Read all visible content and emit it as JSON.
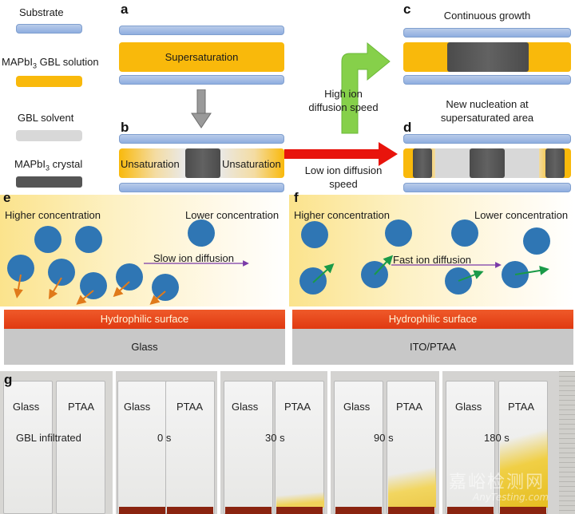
{
  "legend": {
    "substrate": "Substrate",
    "solution_main": "MAPbI",
    "solution_sub": "3",
    "solution_tail": " GBL solution",
    "solvent": "GBL solvent",
    "crystal_main": "MAPbI",
    "crystal_sub": "3",
    "crystal_tail": " crystal"
  },
  "panels": {
    "a": "a",
    "b": "b",
    "c": "c",
    "d": "d",
    "e": "e",
    "f": "f",
    "g": "g"
  },
  "a": {
    "label": "Supersaturation"
  },
  "b": {
    "left": "Unsaturation",
    "right": "Unsaturation"
  },
  "c": {
    "title": "Continuous growth"
  },
  "d": {
    "title_line1": "New nucleation at",
    "title_line2": "supersaturated area"
  },
  "arrows": {
    "high_line1": "High ion",
    "high_line2": "diffusion speed",
    "low_line1": "Low ion diffusion",
    "low_line2": "speed"
  },
  "e": {
    "higher": "Higher concentration",
    "lower": "Lower concentration",
    "diffusion": "Slow ion diffusion",
    "surface": "Hydrophilic surface",
    "base": "Glass"
  },
  "f": {
    "higher": "Higher concentration",
    "lower": "Lower concentration",
    "diffusion": "Fast ion diffusion",
    "surface": "Hydrophilic surface",
    "base": "ITO/PTAA"
  },
  "photos": [
    {
      "left": "Glass",
      "right": "PTAA",
      "time": "GBL infiltrated"
    },
    {
      "left": "Glass",
      "right": "PTAA",
      "time": "0 s"
    },
    {
      "left": "Glass",
      "right": "PTAA",
      "time": "30 s"
    },
    {
      "left": "Glass",
      "right": "PTAA",
      "time": "90 s"
    },
    {
      "left": "Glass",
      "right": "PTAA",
      "time": "180 s"
    }
  ],
  "watermark": {
    "cn": "嘉峪检测网",
    "url": "AnyTesting.com"
  },
  "colors": {
    "substrate": "#9bb6e2",
    "solution": "#f9b90b",
    "solvent": "#d8d8d8",
    "crystal": "#555555",
    "particle": "#2f76b4",
    "surface": "#e8401c",
    "base": "#c8c8c8",
    "red_arrow": "#e8140c",
    "green_arrow": "#86d04a"
  }
}
